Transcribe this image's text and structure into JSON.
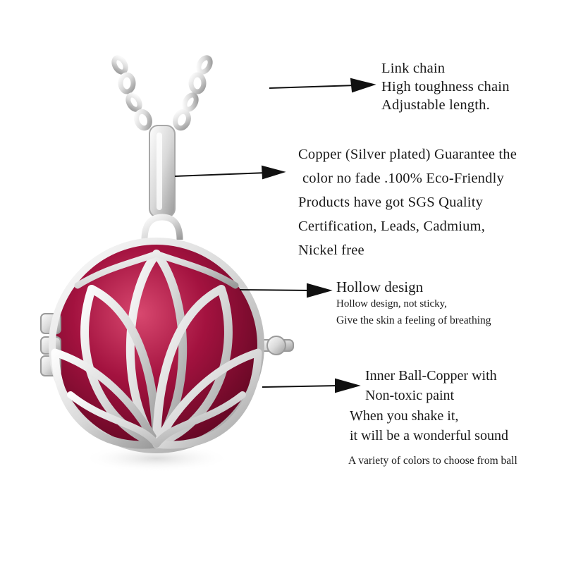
{
  "colors": {
    "ball": "#a3123f",
    "ball_highlight": "#d8486f",
    "silver": "#e4e4e4",
    "silver_shadow": "#9a9a9a",
    "text": "#1a1a1a"
  },
  "callouts": {
    "chain": {
      "lines": [
        "Link chain",
        "High toughness chain",
        "Adjustable length."
      ]
    },
    "material": {
      "lines": [
        "Copper (Silver plated) Guarantee the",
        "color no fade .100% Eco-Friendly",
        "Products have got SGS Quality",
        "Certification, Leads, Cadmium,",
        "Nickel free"
      ]
    },
    "hollow": {
      "title": "Hollow design",
      "lines": [
        "Hollow design, not sticky,",
        "Give the skin a feeling of breathing"
      ]
    },
    "ball": {
      "title_lines": [
        "Inner Ball-Copper with",
        "Non-toxic paint"
      ],
      "sound_lines": [
        "When you shake it,",
        "it will be a wonderful sound"
      ],
      "note": "A variety of colors to choose from ball"
    }
  }
}
